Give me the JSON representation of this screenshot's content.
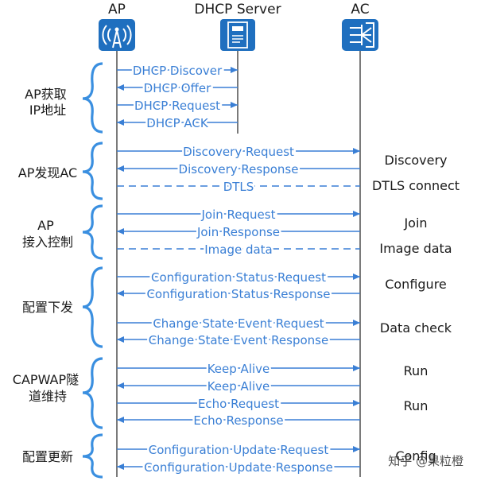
{
  "participants": {
    "ap": "AP",
    "dhcp": "DHCP Server",
    "ac": "AC"
  },
  "phases": [
    {
      "label_lines": [
        "AP获取",
        "IP地址"
      ]
    },
    {
      "label_lines": [
        "AP发现AC"
      ]
    },
    {
      "label_lines": [
        "AP",
        "接入控制"
      ]
    },
    {
      "label_lines": [
        "配置下发"
      ]
    },
    {
      "label_lines": [
        "CAPWAP隧",
        "道维持"
      ]
    },
    {
      "label_lines": [
        "配置更新"
      ]
    }
  ],
  "messages": [
    {
      "text": "DHCP Discover"
    },
    {
      "text": "DHCP Offer"
    },
    {
      "text": "DHCP Request"
    },
    {
      "text": "DHCP ACK"
    },
    {
      "text": "Discovery Request"
    },
    {
      "text": "Discovery Response"
    },
    {
      "text": "DTLS"
    },
    {
      "text": "Join Request"
    },
    {
      "text": "Join Response"
    },
    {
      "text": "Image data"
    },
    {
      "text": "Configuration Status Request"
    },
    {
      "text": "Configuration Status Response"
    },
    {
      "text": "Change State Event Request"
    },
    {
      "text": "Change State Event Response"
    },
    {
      "text": "Keep Alive"
    },
    {
      "text": "Keep Alive"
    },
    {
      "text": "Echo Request"
    },
    {
      "text": "Echo Response"
    },
    {
      "text": "Configuration Update Request"
    },
    {
      "text": "Configuration Update Response"
    }
  ],
  "states": [
    {
      "text": "Discovery"
    },
    {
      "text": "DTLS connect"
    },
    {
      "text": "Join"
    },
    {
      "text": "Image data"
    },
    {
      "text": "Configure"
    },
    {
      "text": "Data check"
    },
    {
      "text": "Run"
    },
    {
      "text": "Run"
    },
    {
      "text": "Config"
    }
  ],
  "watermark": "知乎 @果粒橙",
  "colors": {
    "arrow": "#3a7fd5",
    "text": "#1a1a1a",
    "lifeline": "#222222",
    "icon": "#1f6fbf",
    "brace": "#3a8fe0"
  }
}
